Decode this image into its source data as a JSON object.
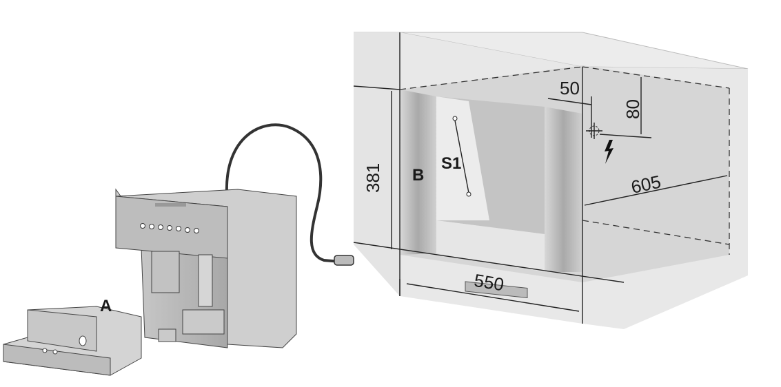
{
  "labels": {
    "tray": "A",
    "side_panel": "B",
    "socket_point": "S1"
  },
  "dimensions": {
    "height": "381",
    "width": "550",
    "depth": "605",
    "socket_offset_side": "50",
    "socket_offset_top": "80"
  },
  "colors": {
    "cabinet_light": "#e6e6e6",
    "cabinet_mid": "#d2d2d2",
    "panel_dark": "#b8b8b8",
    "line": "#222222"
  }
}
